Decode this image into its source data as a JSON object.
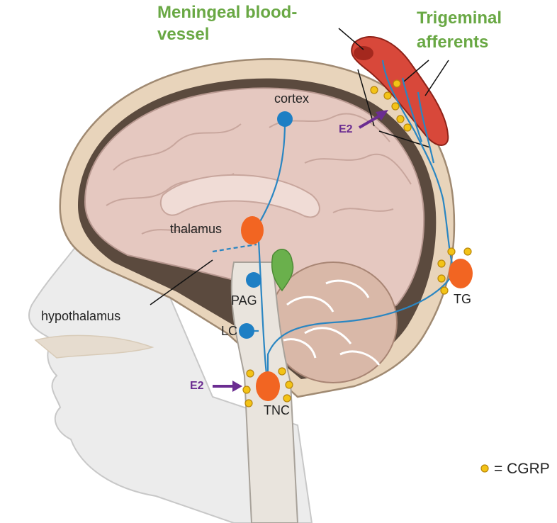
{
  "labels": {
    "meningeal_line1": "Meningeal blood-",
    "meningeal_line2": "vessel",
    "trigeminal_line1": "Trigeminal",
    "trigeminal_line2": "afferents",
    "cortex": "cortex",
    "thalamus": "thalamus",
    "hypothalamus": "hypothalamus",
    "pag": "PAG",
    "lc": "LC",
    "tg": "TG",
    "tnc": "TNC",
    "e2_top": "E2",
    "e2_bottom": "E2",
    "cgrp_legend": "= CGRP"
  },
  "colors": {
    "green_label": "#69a844",
    "purple_arrow": "#6b2d91",
    "nucleus_orange": "#f26522",
    "nucleus_blue": "#1e7fc4",
    "cgrp_yellow": "#f3c316",
    "nerve_blue": "#2a86c2",
    "vessel_red": "#c8372a",
    "skull_tan": "#e8d4bb",
    "brain_pink": "#e5c8c0",
    "face_gray": "#ebebeb",
    "green_structure": "#6ab04c"
  }
}
